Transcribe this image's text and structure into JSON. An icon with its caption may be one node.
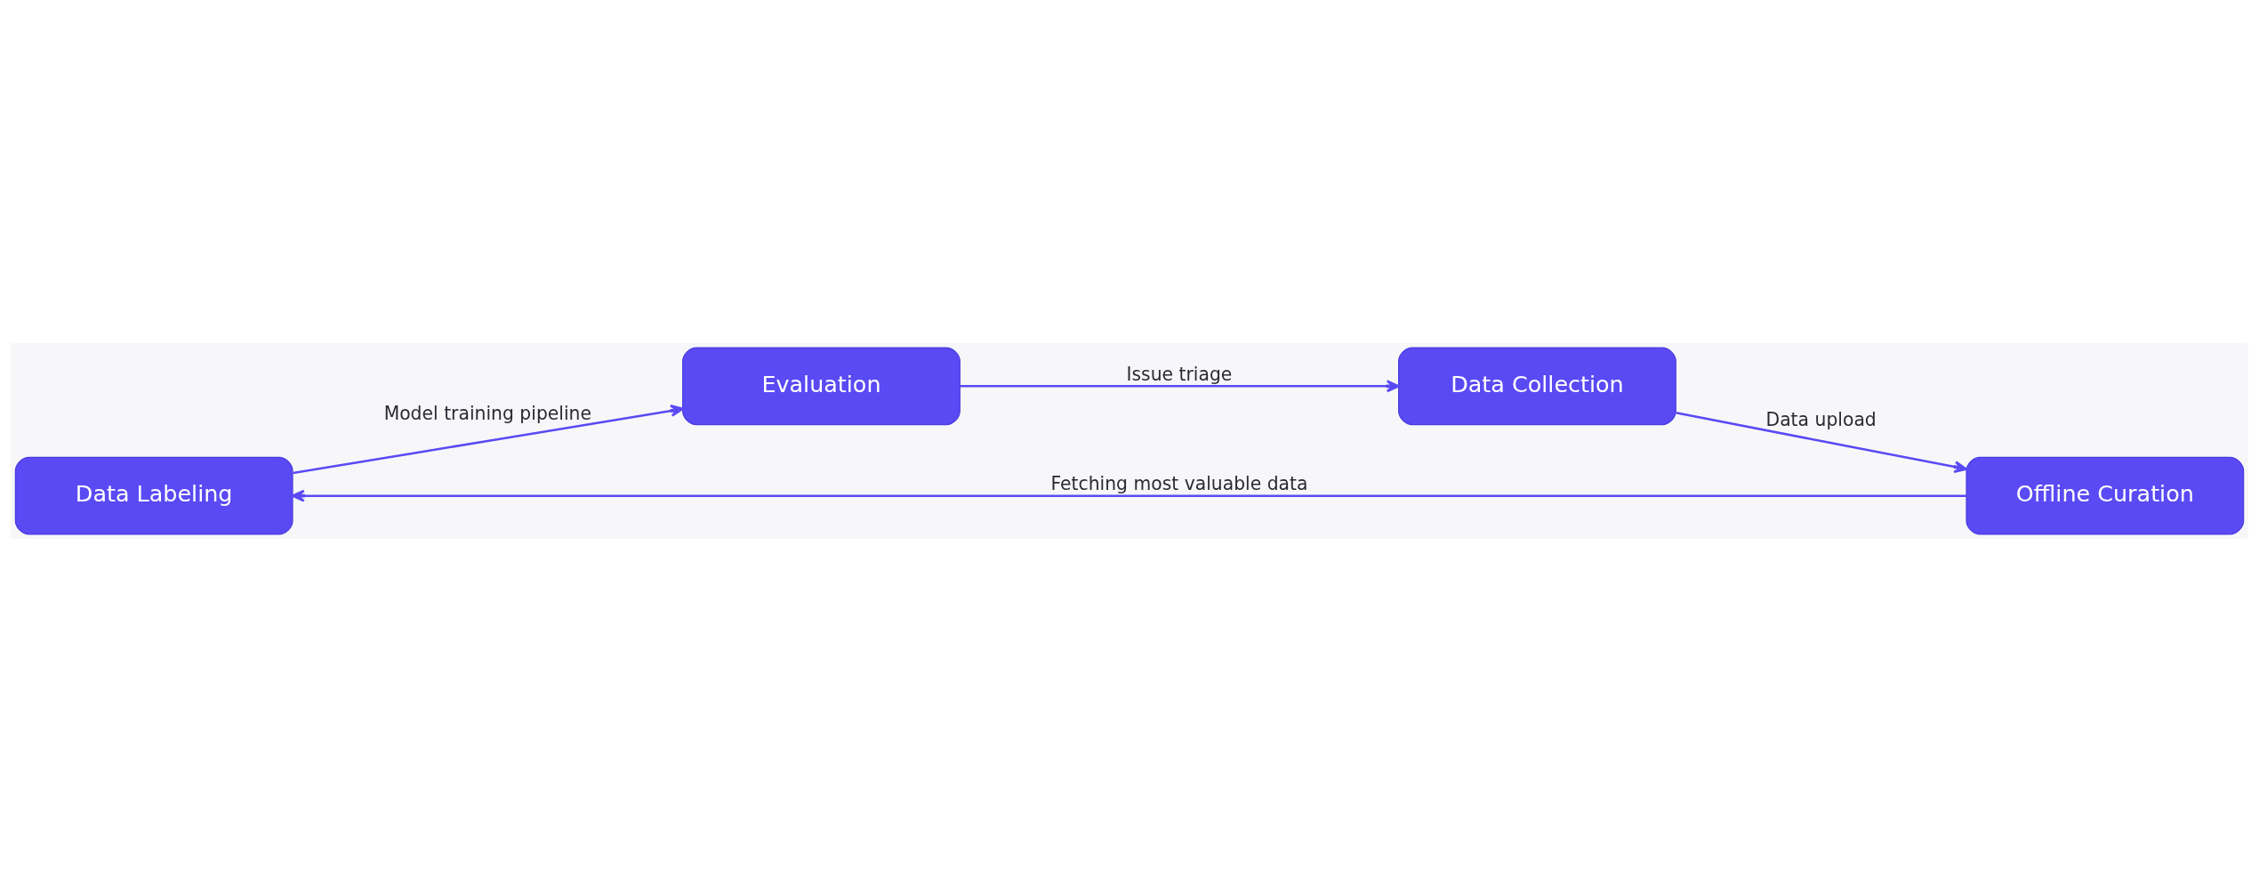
{
  "diagram": {
    "nodes": [
      {
        "text": [
          "Data Labeling"
        ]
      },
      {
        "text": [
          "Offline Curation"
        ]
      },
      {
        "text": [
          "Evaluation"
        ]
      },
      {
        "text": [
          "Data Collection"
        ]
      }
    ],
    "edges": [
      {
        "from": 1,
        "to": 0,
        "arrow": "to",
        "label": "Fetching most valuable data"
      },
      {
        "from": 0,
        "to": 2,
        "arrow": "to",
        "label": "Model training pipeline"
      },
      {
        "from": 2,
        "to": 3,
        "arrow": "to",
        "label": "Issue triage"
      },
      {
        "from": 3,
        "to": 1,
        "arrow": "to",
        "label": "Data upload"
      }
    ]
  }
}
